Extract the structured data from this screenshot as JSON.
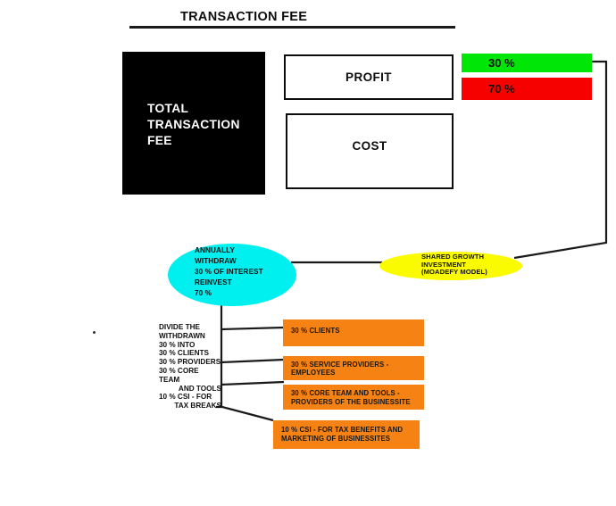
{
  "colors": {
    "black": "#000000",
    "green": "#00e707",
    "red": "#f70000",
    "cyan": "#00efef",
    "yellow": "#fbfb00",
    "orange": "#f78214",
    "line": "#1a1a1a"
  },
  "header": {
    "title": "TRANSACTION FEE"
  },
  "nodes": {
    "total": "TOTAL\nTRANSACTION\nFEE",
    "profit": "PROFIT",
    "cost": "COST",
    "profit_share": "30 %",
    "cost_share": "70 %",
    "annually": "ANNUALLY\nWITHDRAW\n30 % OF INTEREST\nREINVEST\n70 %",
    "shared_growth": "SHARED GROWTH\nINVESTMENT\n(MOADEFY MODEL)"
  },
  "divide_note": {
    "lines": [
      "DIVIDE THE",
      "WITHDRAWN",
      "30 % INTO",
      "30 % CLIENTS",
      "30 % PROVIDERS",
      "30 % CORE TEAM",
      "AND TOOLS",
      "10 % CSI - FOR",
      "TAX BREAKS"
    ]
  },
  "allocations": [
    {
      "label": "30 % CLIENTS"
    },
    {
      "label": "30 % SERVICE PROVIDERS -\nEMPLOYEES"
    },
    {
      "label": "30 % CORE TEAM AND TOOLS -\nPROVIDERS OF THE BUSINESSITE"
    },
    {
      "label": "10 % CSI - FOR TAX BENEFITS AND\nMARKETING OF BUSINESSITES"
    }
  ]
}
